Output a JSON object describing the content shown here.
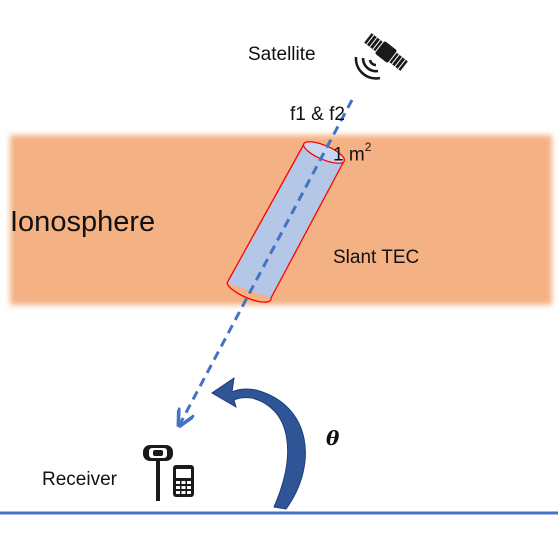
{
  "labels": {
    "satellite": "Satellite",
    "frequencies": "f1 & f2",
    "area_value": "1 m",
    "area_exponent": "2",
    "ionosphere": "Ionosphere",
    "slant_tec": "Slant TEC",
    "angle": "θ",
    "receiver": "Receiver"
  },
  "colors": {
    "ionosphere_layer": "#f4b183",
    "signal_path": "#4472c4",
    "tube_fill": "#b4c7e7",
    "tube_outline": "#ff0000",
    "ground_line": "#4472c4",
    "angle_arrow": "#2f5597",
    "icon_dark": "#1a1a1a"
  },
  "icons": {
    "satellite": "satellite-icon",
    "receiver": "gnss-receiver-icon"
  }
}
